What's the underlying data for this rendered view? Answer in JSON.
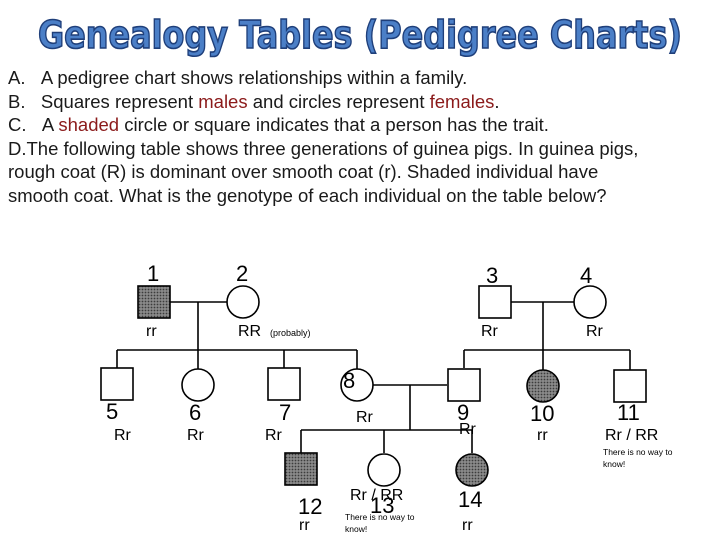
{
  "title": "Genealogy Tables (Pedigree Charts)",
  "colors": {
    "title_fill": "#4b7fc7",
    "title_stroke": "#1f3f7a",
    "highlight": "#8b1a1a",
    "shade": "#666666"
  },
  "paragraphs": {
    "a_marker": "A.",
    "a_text": "A pedigree chart shows relationships within a family.",
    "b_marker": "B.",
    "b_pre": "Squares represent ",
    "b_males": "males",
    "b_mid": " and circles represent ",
    "b_females": "females",
    "b_post": ".",
    "c_marker": "C.",
    "c_pre": "A ",
    "c_shaded": "shaded",
    "c_post": " circle or square indicates that a person has the trait.",
    "d_line1": "D.The following table shows three generations of guinea pigs.  In guinea pigs,",
    "d_line2": "rough coat (R) is dominant over smooth coat (r).  Shaded individual have",
    "d_line3": "smooth coat.  What is the genotype of each individual on the table below?"
  },
  "pedigree": {
    "numbers": [
      "1",
      "2",
      "3",
      "4",
      "5",
      "6",
      "7",
      "8",
      "9",
      "10",
      "11",
      "12",
      "13",
      "14"
    ],
    "labels": {
      "p1": "rr",
      "p2": "RR",
      "p2_note": "(probably)",
      "p3": "Rr",
      "p4": "Rr",
      "p5": "Rr",
      "p6": "Rr",
      "p7": "Rr",
      "p8": "Rr",
      "p9": "Rr",
      "p10": "rr",
      "p11": "Rr / RR",
      "p11_note_1": "There is no way to",
      "p11_note_2": "know!",
      "p12": "rr",
      "p13": "Rr / RR",
      "p13_note_1": "There is no way to",
      "p13_note_2": "know!",
      "p14": "rr"
    }
  }
}
